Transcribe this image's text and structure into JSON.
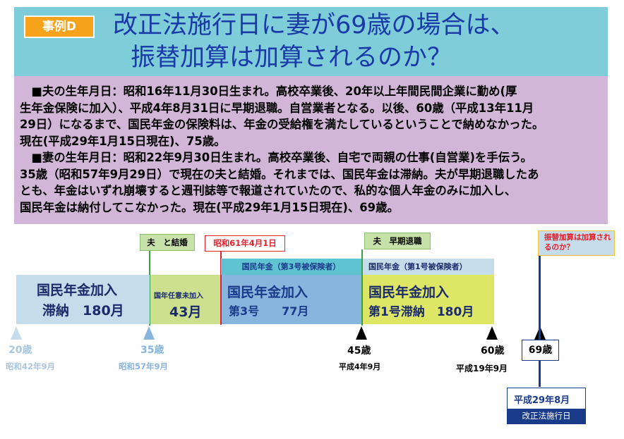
{
  "header": {
    "badge": "事例D",
    "title_line1": "改正法施行日に妻が69歳の場合は、",
    "title_line2": "振替加算は加算されるのか？"
  },
  "description": {
    "husband_1": "　■夫の生年月日：昭和16年11月30日生まれ。高校卒業後、20年以上年間民間企業に勤め(厚",
    "husband_2": "生年金保険に加入）、平成4年8月31日に早期退職。自営業者となる。以後、60歳（平成13年11月",
    "husband_3": "29日）になるまで、国民年金の保険料は、年金の受給権を満たしているということで納めなかった。",
    "husband_4": "現在(平成29年1月15日現在)、75歳。",
    "wife_1": "　■妻の生年月日：昭和22年9月30日生まれ。高校卒業後、自宅で両親の仕事(自営業)を手伝う。",
    "wife_2": "35歳（昭和57年9月29日）で現在の夫と結婚。それまでは、国民年金は滞納。夫が早期退職したあ",
    "wife_3": "とも、年金はいずれ崩壊すると週刊誌等で報道されていたので、私的な個人年金のみに加入し、",
    "wife_4": "国民年金は納付してこなかった。現在(平成29年1月15日現在)、69歳。"
  },
  "timeline": {
    "callouts": {
      "marriage": "夫　と結婚",
      "showa61": "昭和61年4月1日",
      "retire": "夫　早期退職",
      "question": "振替加算は加算されるのか？"
    },
    "segment_headers": {
      "no3": "国民年金（第3号被保険者）",
      "no1": "国民年金（第1号被保険者）"
    },
    "segments": {
      "s1_line1": "国民年金加入",
      "s1_line2": "滞納　180月",
      "s2_line1": "国年任意未加入",
      "s2_line2": "43月",
      "s3_line1": "国民年金加入",
      "s3_line2": "第3号　　77月",
      "s4_line1": "国民年金加入",
      "s4_line2": "第1号滞納　180月"
    },
    "ticks": {
      "age20": "20歳",
      "date20": "昭和42年9月",
      "age35": "35歳",
      "date35": "昭和57年9月",
      "age45": "45歳",
      "date45": "平成4年9月",
      "age60": "60歳",
      "date60": "平成19年9月",
      "age69": "69歳",
      "date_h29": "平成29年8月",
      "law": "改正法施行日"
    }
  },
  "colors": {
    "header_bg": "#7ecdd8",
    "desc_bg": "#d2b6d8",
    "seg1": "#c5dcea",
    "seg2": "#cde08e",
    "seg3": "#87b5de",
    "seg4": "#dde765",
    "green_line": "#3aa048",
    "red_line": "#e0202a",
    "navy": "#1a3a8a"
  }
}
